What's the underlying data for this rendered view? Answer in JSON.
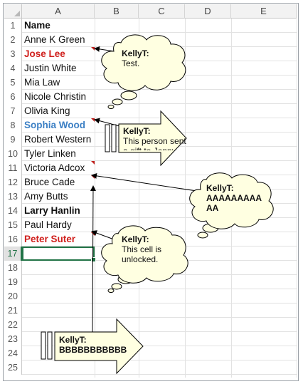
{
  "colors": {
    "grid": "#e2e2e2",
    "header_bg": "#f2f2f2",
    "comment_fill": "#ffffe1",
    "red_text": "#d0201d",
    "blue_text": "#3b7fc4",
    "selection": "#217346"
  },
  "columns": [
    "A",
    "B",
    "C",
    "D",
    "E"
  ],
  "rows": [
    "1",
    "2",
    "3",
    "4",
    "5",
    "6",
    "7",
    "8",
    "9",
    "10",
    "11",
    "12",
    "13",
    "14",
    "15",
    "16",
    "17",
    "18",
    "19",
    "20",
    "21",
    "22",
    "23",
    "24",
    "25"
  ],
  "cells": [
    {
      "row": 1,
      "text": "Name",
      "style": "bold"
    },
    {
      "row": 2,
      "text": "Anne K Green",
      "style": "normal"
    },
    {
      "row": 3,
      "text": "Jose Lee",
      "style": "bold-red"
    },
    {
      "row": 4,
      "text": "Justin White",
      "style": "normal"
    },
    {
      "row": 5,
      "text": "Mia Law",
      "style": "normal"
    },
    {
      "row": 6,
      "text": "Nicole Christin",
      "style": "normal"
    },
    {
      "row": 7,
      "text": "Olivia King",
      "style": "normal"
    },
    {
      "row": 8,
      "text": "Sophia Wood",
      "style": "bold-blue"
    },
    {
      "row": 9,
      "text": "Robert  Western",
      "style": "normal"
    },
    {
      "row": 10,
      "text": "Tyler Linken",
      "style": "normal"
    },
    {
      "row": 11,
      "text": "Victoria  Adcox",
      "style": "normal"
    },
    {
      "row": 12,
      "text": "Bruce Cade",
      "style": "normal"
    },
    {
      "row": 13,
      "text": "Amy Butts",
      "style": "normal"
    },
    {
      "row": 14,
      "text": "Larry Hanlin",
      "style": "bold"
    },
    {
      "row": 15,
      "text": "Paul Hardy",
      "style": "normal"
    },
    {
      "row": 16,
      "text": "Peter Suter",
      "style": "bold-red"
    }
  ],
  "comments": [
    {
      "row": 3,
      "shape": "cloud",
      "author": "KellyT:",
      "text": "Test.",
      "text_style": "normal"
    },
    {
      "row": 8,
      "shape": "arrow",
      "author": "KellyT:",
      "text": "This person sent a gift to Jenny",
      "text_style": "normal"
    },
    {
      "row": 11,
      "shape": "cloud",
      "author": "KellyT:",
      "text": "AAAAAAAAA AA",
      "text_style": "bold"
    },
    {
      "row": 16,
      "shape": "cloud",
      "author": "KellyT:",
      "text": "This cell is unlocked.",
      "text_style": "normal"
    },
    {
      "row": 12,
      "shape": "arrow",
      "author": "KellyT:",
      "text": "BBBBBBBBBBB",
      "text_style": "bold"
    }
  ]
}
